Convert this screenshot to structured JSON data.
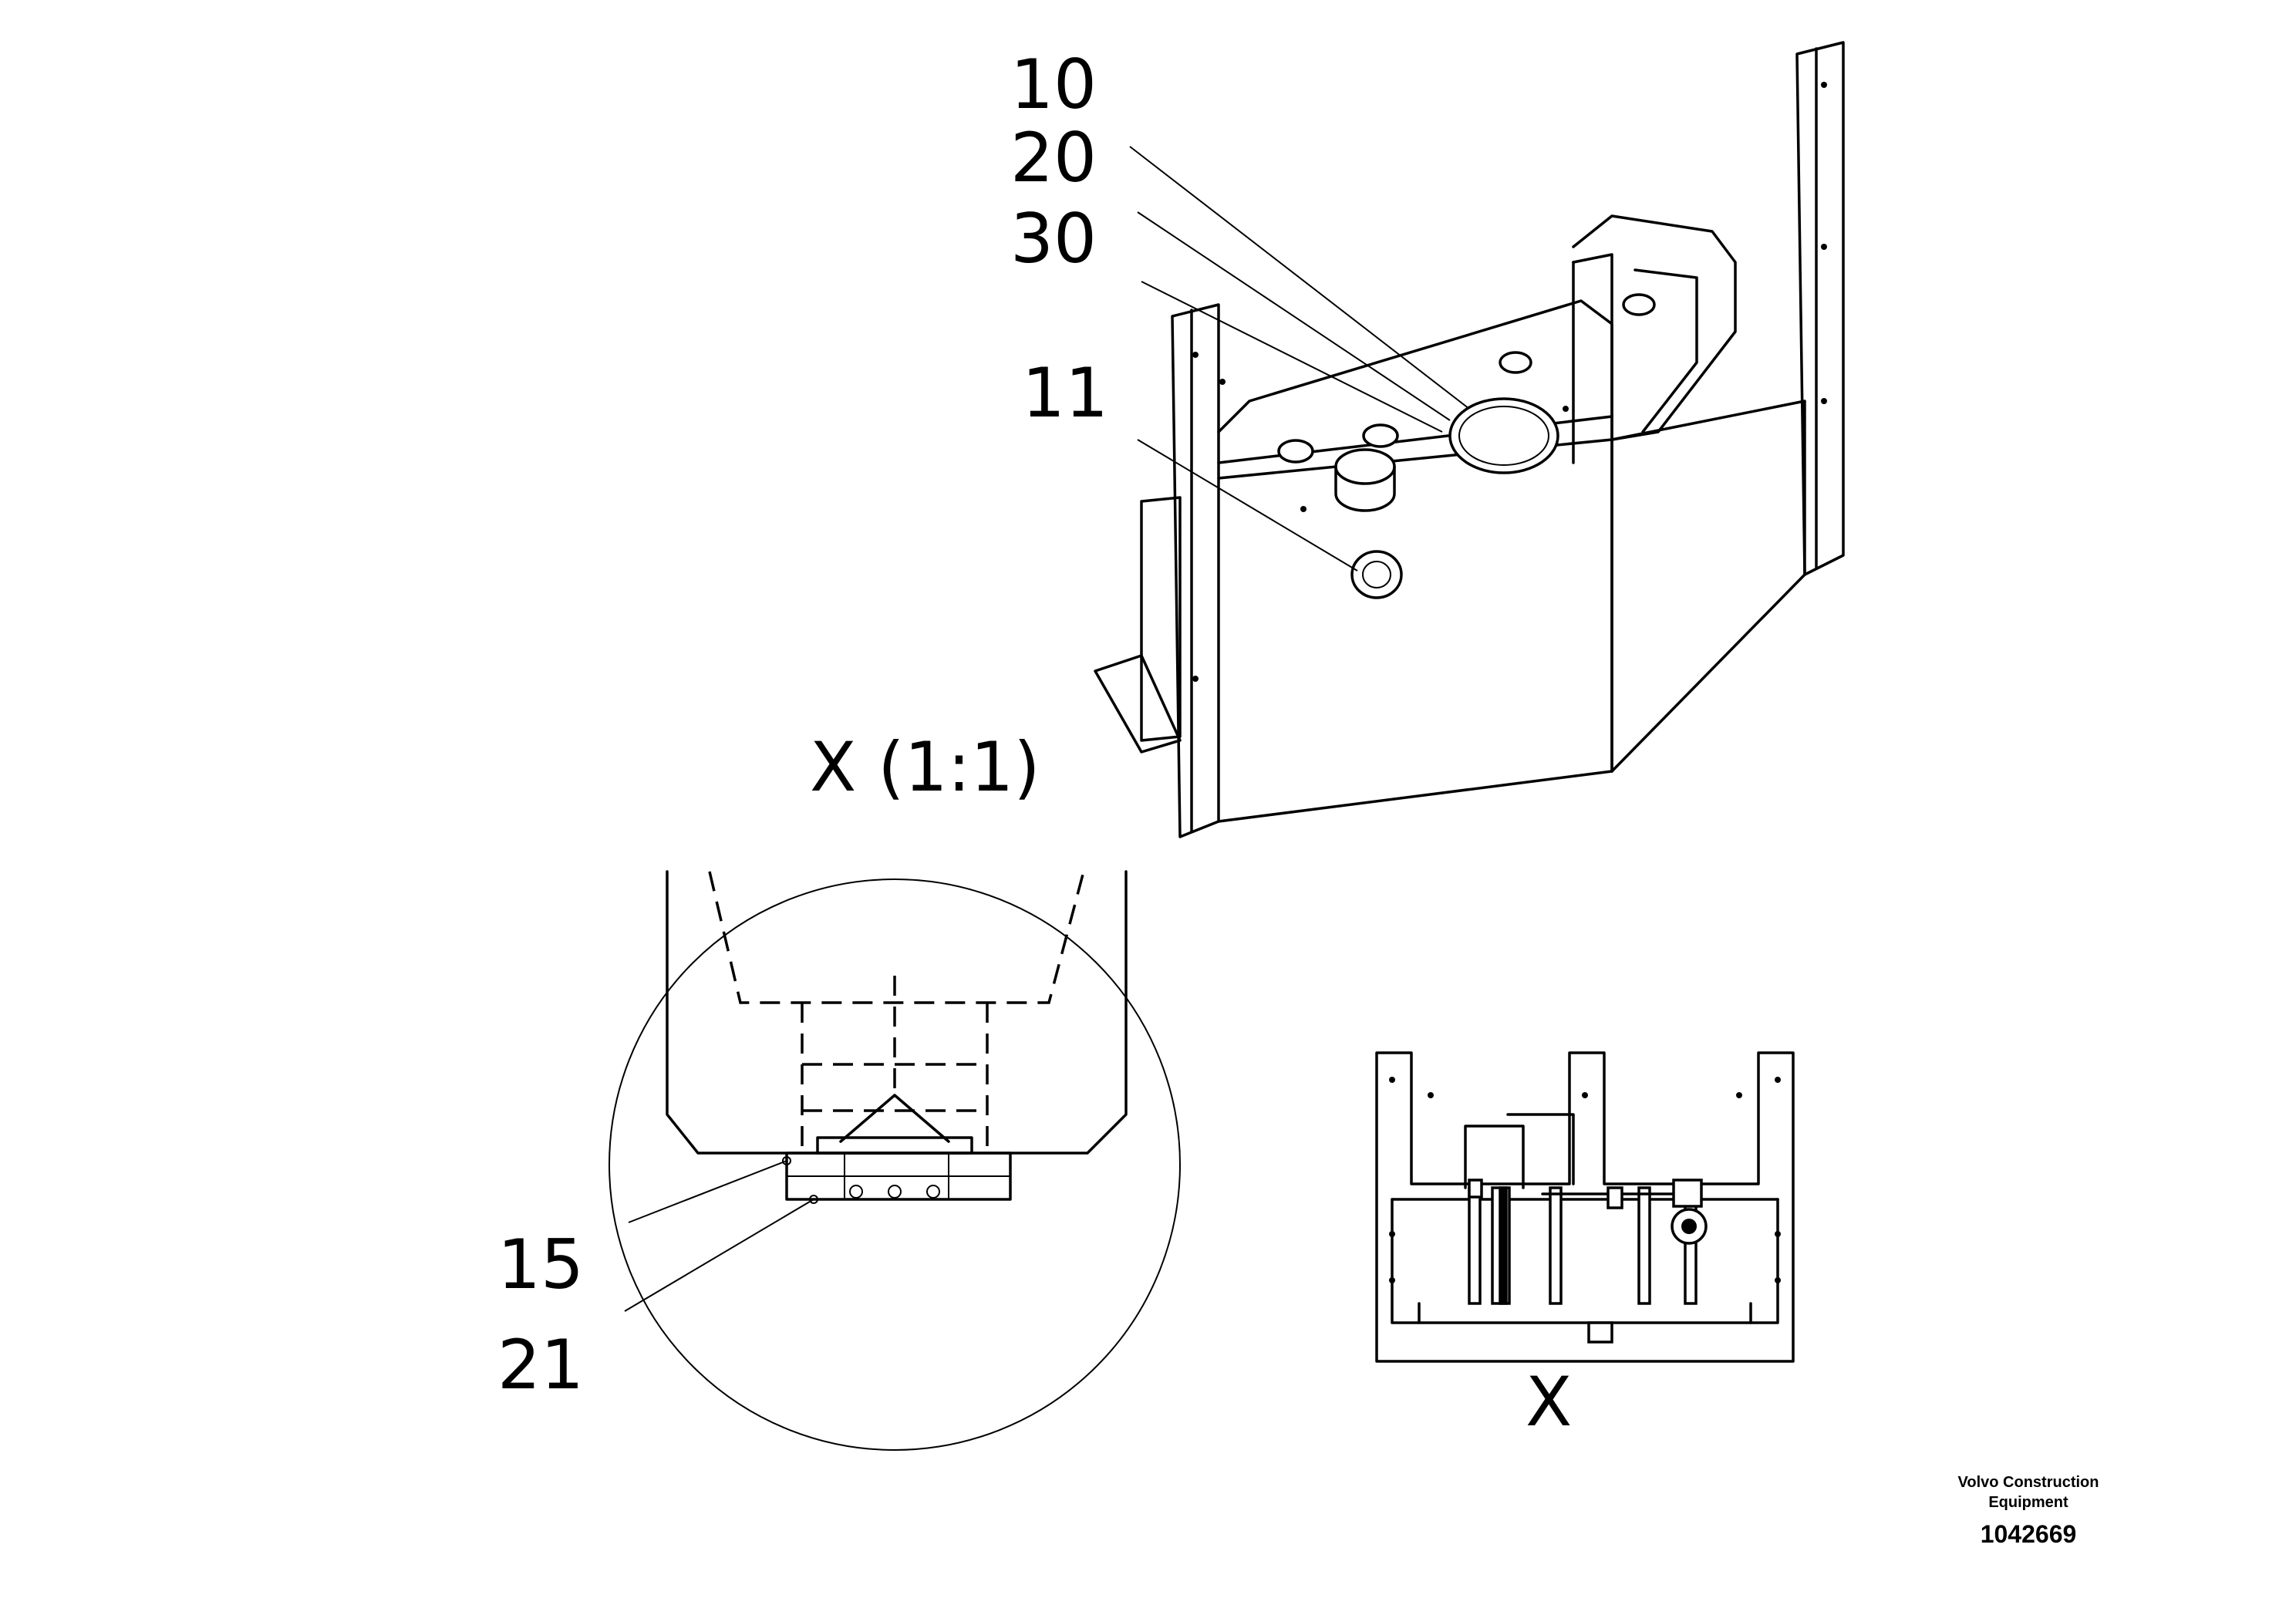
{
  "callouts": {
    "c10": "10",
    "c20": "20",
    "c30": "30",
    "c11": "11",
    "c15": "15",
    "c21": "21"
  },
  "views": {
    "detail_title": "X (1:1)",
    "view_label": "X"
  },
  "title_block": {
    "brand_line1": "Volvo Construction",
    "brand_line2": "Equipment",
    "document_number": "1042669"
  }
}
